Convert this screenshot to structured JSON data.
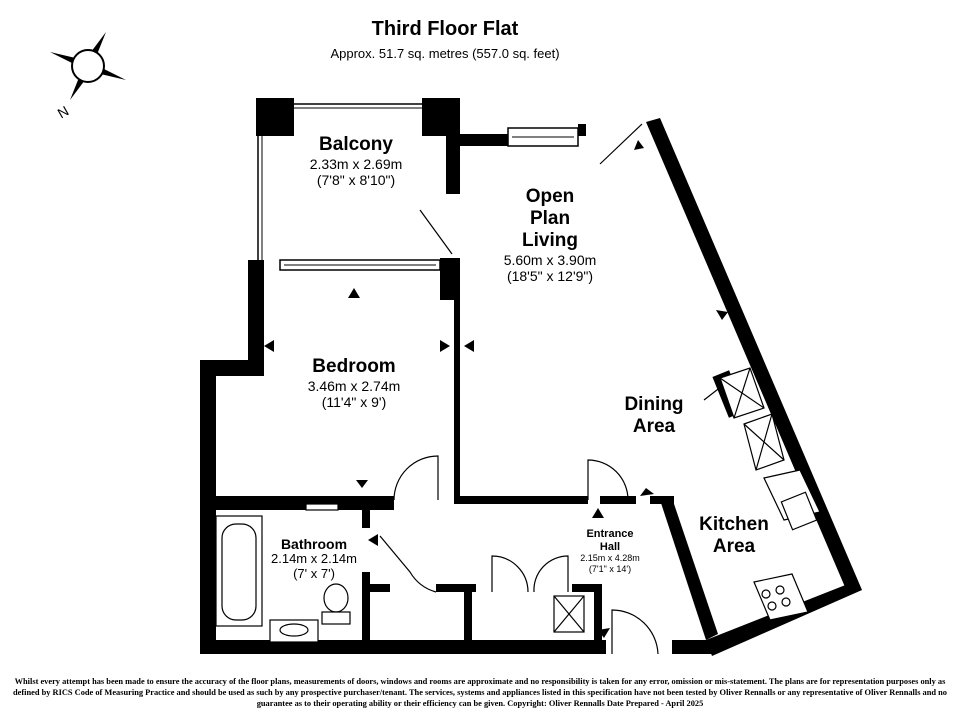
{
  "header": {
    "title": "Third Floor Flat",
    "subtitle": "Approx. 51.7 sq. metres (557.0 sq. feet)"
  },
  "compass": {
    "label": "N"
  },
  "rooms": {
    "balcony": {
      "name": "Balcony",
      "dim_m": "2.33m x 2.69m",
      "dim_ft": "(7'8\" x 8'10\")"
    },
    "living": {
      "name_lines": [
        "Open",
        "Plan",
        "Living"
      ],
      "dim_m": "5.60m x 3.90m",
      "dim_ft": "(18'5\" x 12'9\")"
    },
    "bedroom": {
      "name": "Bedroom",
      "dim_m": "3.46m x 2.74m",
      "dim_ft": "(11'4\" x 9')"
    },
    "dining": {
      "name_lines": [
        "Dining",
        "Area"
      ]
    },
    "kitchen": {
      "name_lines": [
        "Kitchen",
        "Area"
      ]
    },
    "bathroom": {
      "name": "Bathroom",
      "dim_m": "2.14m x 2.14m",
      "dim_ft": "(7' x 7')"
    },
    "hall": {
      "name_lines": [
        "Entrance",
        "Hall"
      ],
      "dim_m": "2.15m x 4.28m",
      "dim_ft": "(7'1\" x 14')"
    }
  },
  "disclaimer": "Whilst every attempt has been made to ensure the accuracy of the floor plans, measurements of doors, windows and rooms are approximate and no responsibility is taken for any error, omission or mis-statement. The plans are for representation purposes only as defined by RICS Code of Measuring Practice and should be used as such by any prospective purchaser/tenant. The services, systems and appliances listed in this specification have not been tested by Oliver Rennalls or any representative of Oliver Rennalls and no guarantee as to their operating ability or their efficiency can be given. Copyright: Oliver Rennalls Date Prepared - April 2025",
  "colors": {
    "wall": "#000000",
    "background": "#ffffff",
    "fixture": "#ffffff"
  }
}
